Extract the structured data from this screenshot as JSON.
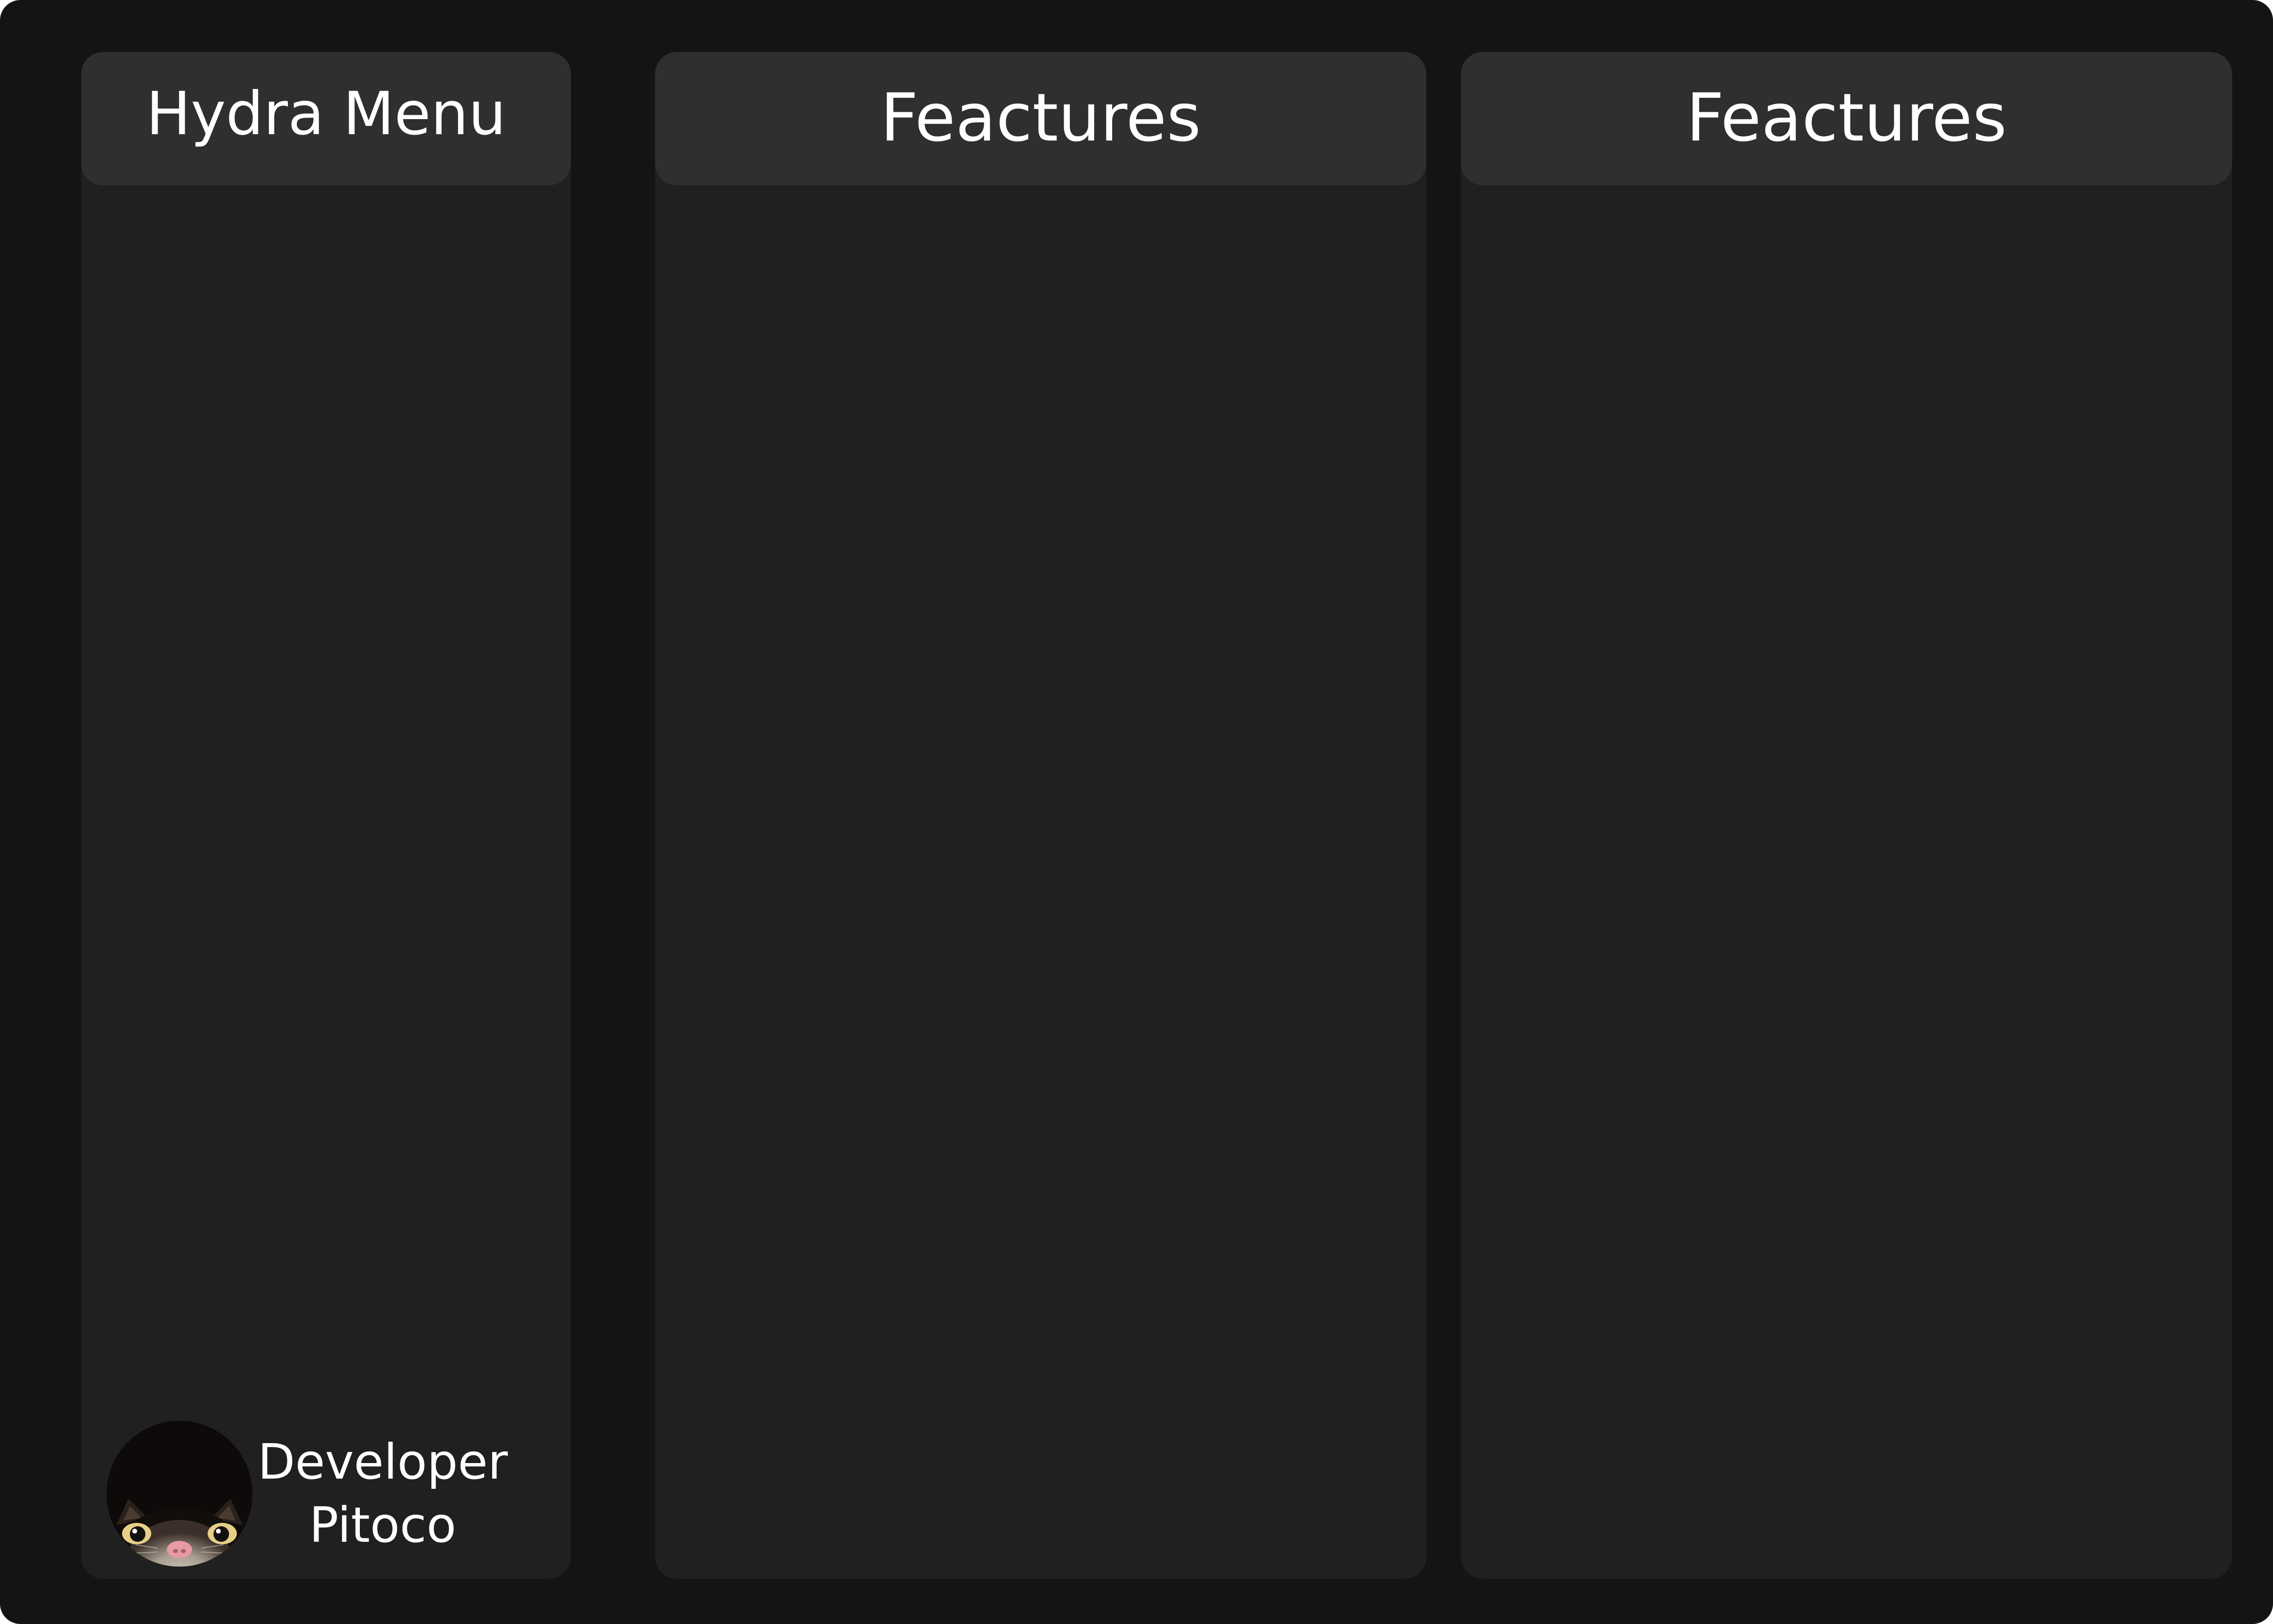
{
  "menu_panel": {
    "title": "Hydra Menu",
    "profile": {
      "role": "Developer",
      "name": "Pitoco",
      "avatar_icon": "opossum-avatar"
    }
  },
  "feature_panels": [
    {
      "title": "Feactures"
    },
    {
      "title": "Feactures"
    }
  ],
  "colors": {
    "window_background": "#141414",
    "panel_background": "#202020",
    "panel_header_background": "#2f2f2f",
    "text": "#ffffff"
  }
}
